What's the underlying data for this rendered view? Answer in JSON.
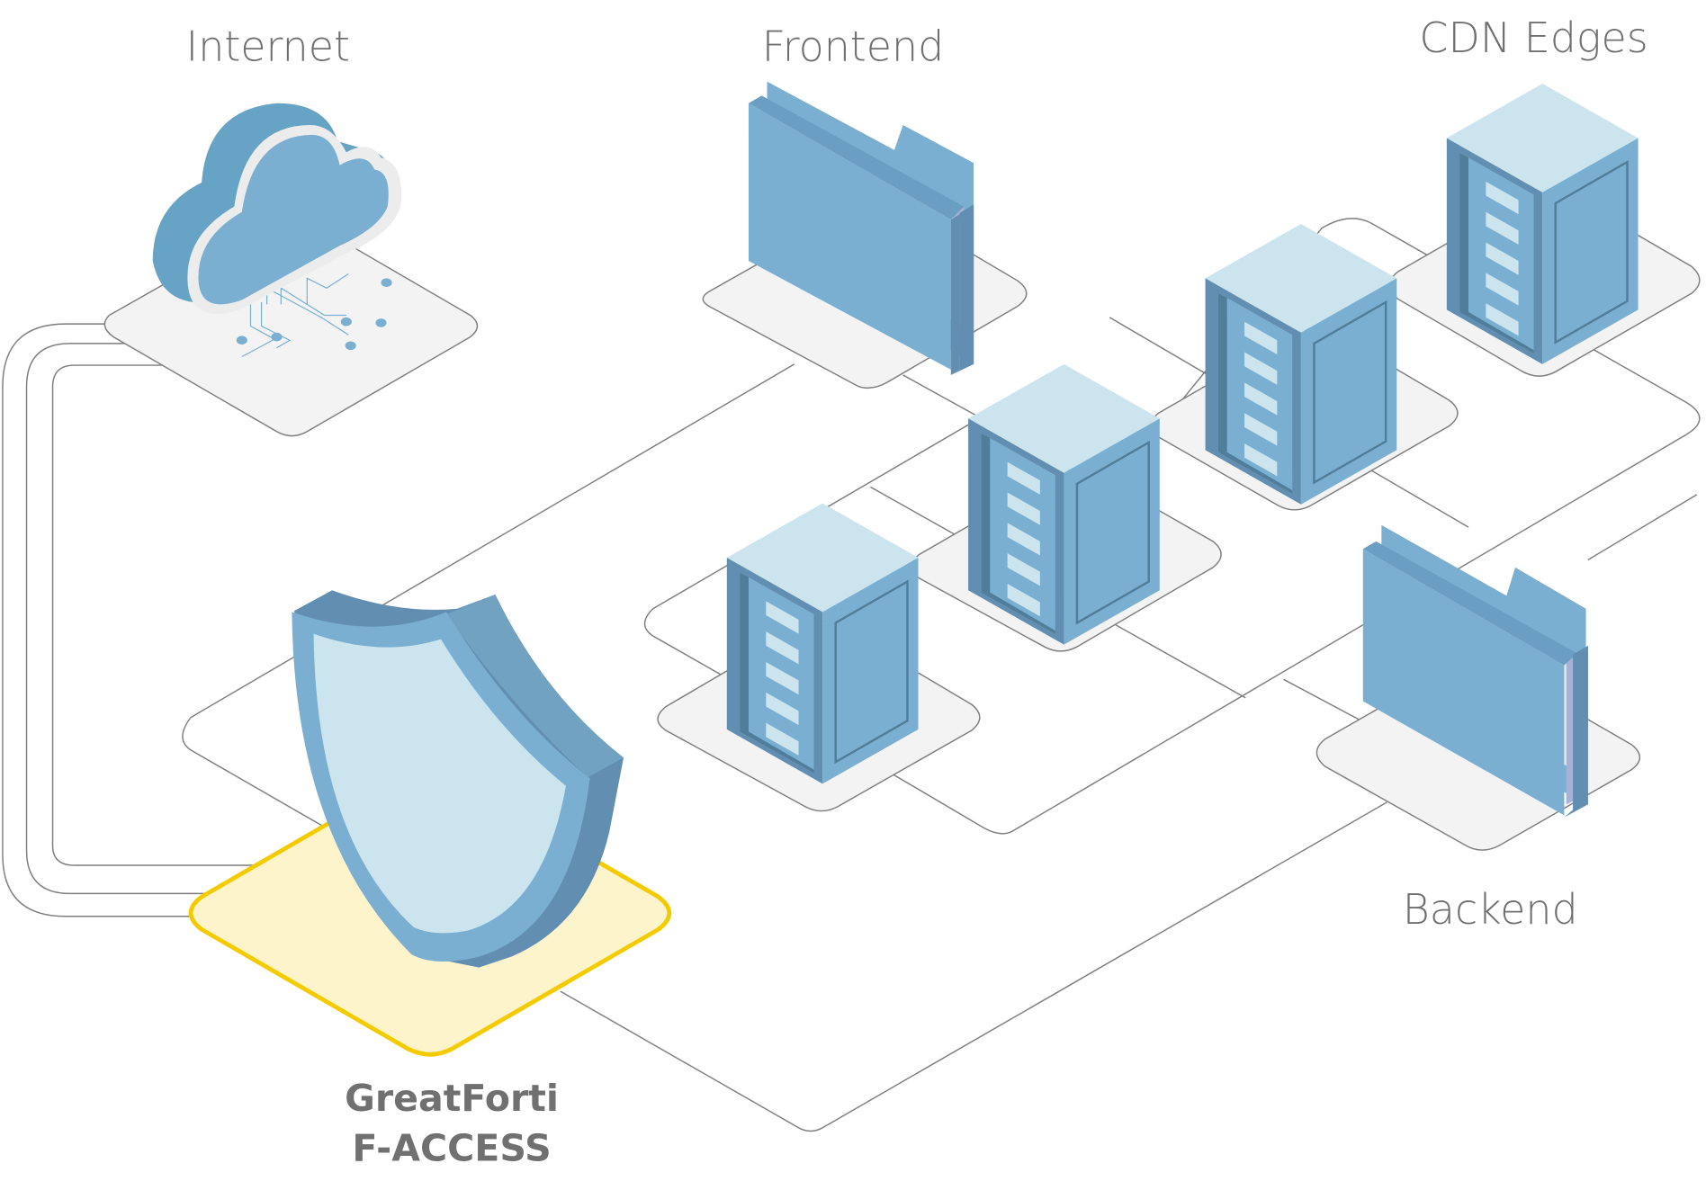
{
  "diagram": {
    "title": "Network topology with GreatForti F-ACCESS",
    "nodes": [
      {
        "id": "internet",
        "label": "Internet",
        "icon": "cloud-icon"
      },
      {
        "id": "frontend",
        "label": "Frontend",
        "icon": "folder-icon"
      },
      {
        "id": "cdn",
        "label": "CDN Edges",
        "icon": "server-icon"
      },
      {
        "id": "server-a",
        "label": "",
        "icon": "server-icon"
      },
      {
        "id": "server-b",
        "label": "",
        "icon": "server-icon"
      },
      {
        "id": "server-c",
        "label": "",
        "icon": "server-icon"
      },
      {
        "id": "backend",
        "label": "Backend",
        "icon": "folder-icon"
      },
      {
        "id": "gateway",
        "label_line1": "GreatForti",
        "label_line2": "F-ACCESS",
        "icon": "shield-icon",
        "highlighted": true
      }
    ],
    "edges": [
      {
        "from": "internet",
        "to": "gateway",
        "count": 3
      },
      {
        "from": "gateway",
        "to": "frontend"
      },
      {
        "from": "gateway",
        "to": "backend"
      },
      {
        "from": "frontend",
        "to": "cdn"
      },
      {
        "from": "server-a",
        "to": "server-b"
      },
      {
        "from": "server-b",
        "to": "server-c"
      },
      {
        "from": "server-c",
        "to": "cdn"
      }
    ]
  },
  "colors": {
    "icon_primary": "#7aafd1",
    "icon_dark": "#628fb1",
    "icon_light": "#cbe4ee",
    "platform_fill": "#f3f3f3",
    "highlight_fill": "#fdf4cc",
    "highlight_stroke": "#f4cb00",
    "label_text": "#6f6f6f"
  }
}
